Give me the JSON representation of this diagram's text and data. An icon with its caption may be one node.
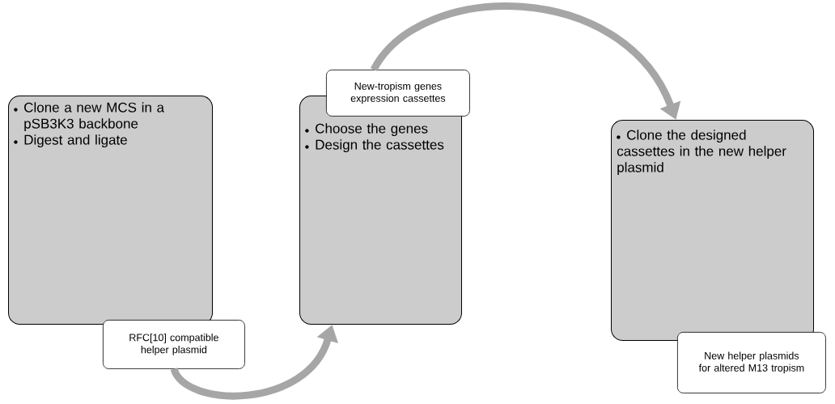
{
  "diagram": {
    "nodes": [
      {
        "text": [
          "Clone a new MCS in a pSB3K3 backbone",
          "Digest and ligate"
        ]
      },
      {
        "text": [
          "RFC[10] compatible helper plasmid"
        ]
      },
      {
        "text": [
          "Choose the genes",
          "Design the cassettes"
        ]
      },
      {
        "text": [
          "New-tropism genes expression cassettes"
        ]
      },
      {
        "text": [
          "Clone the designed cassettes in the new helper plasmid"
        ]
      },
      {
        "text": [
          "New helper plasmids for altered M13 tropism"
        ]
      }
    ],
    "edges": [
      {
        "from": 1,
        "to": 2,
        "arrow": "to"
      },
      {
        "from": 3,
        "to": 4,
        "arrow": "to"
      }
    ]
  }
}
